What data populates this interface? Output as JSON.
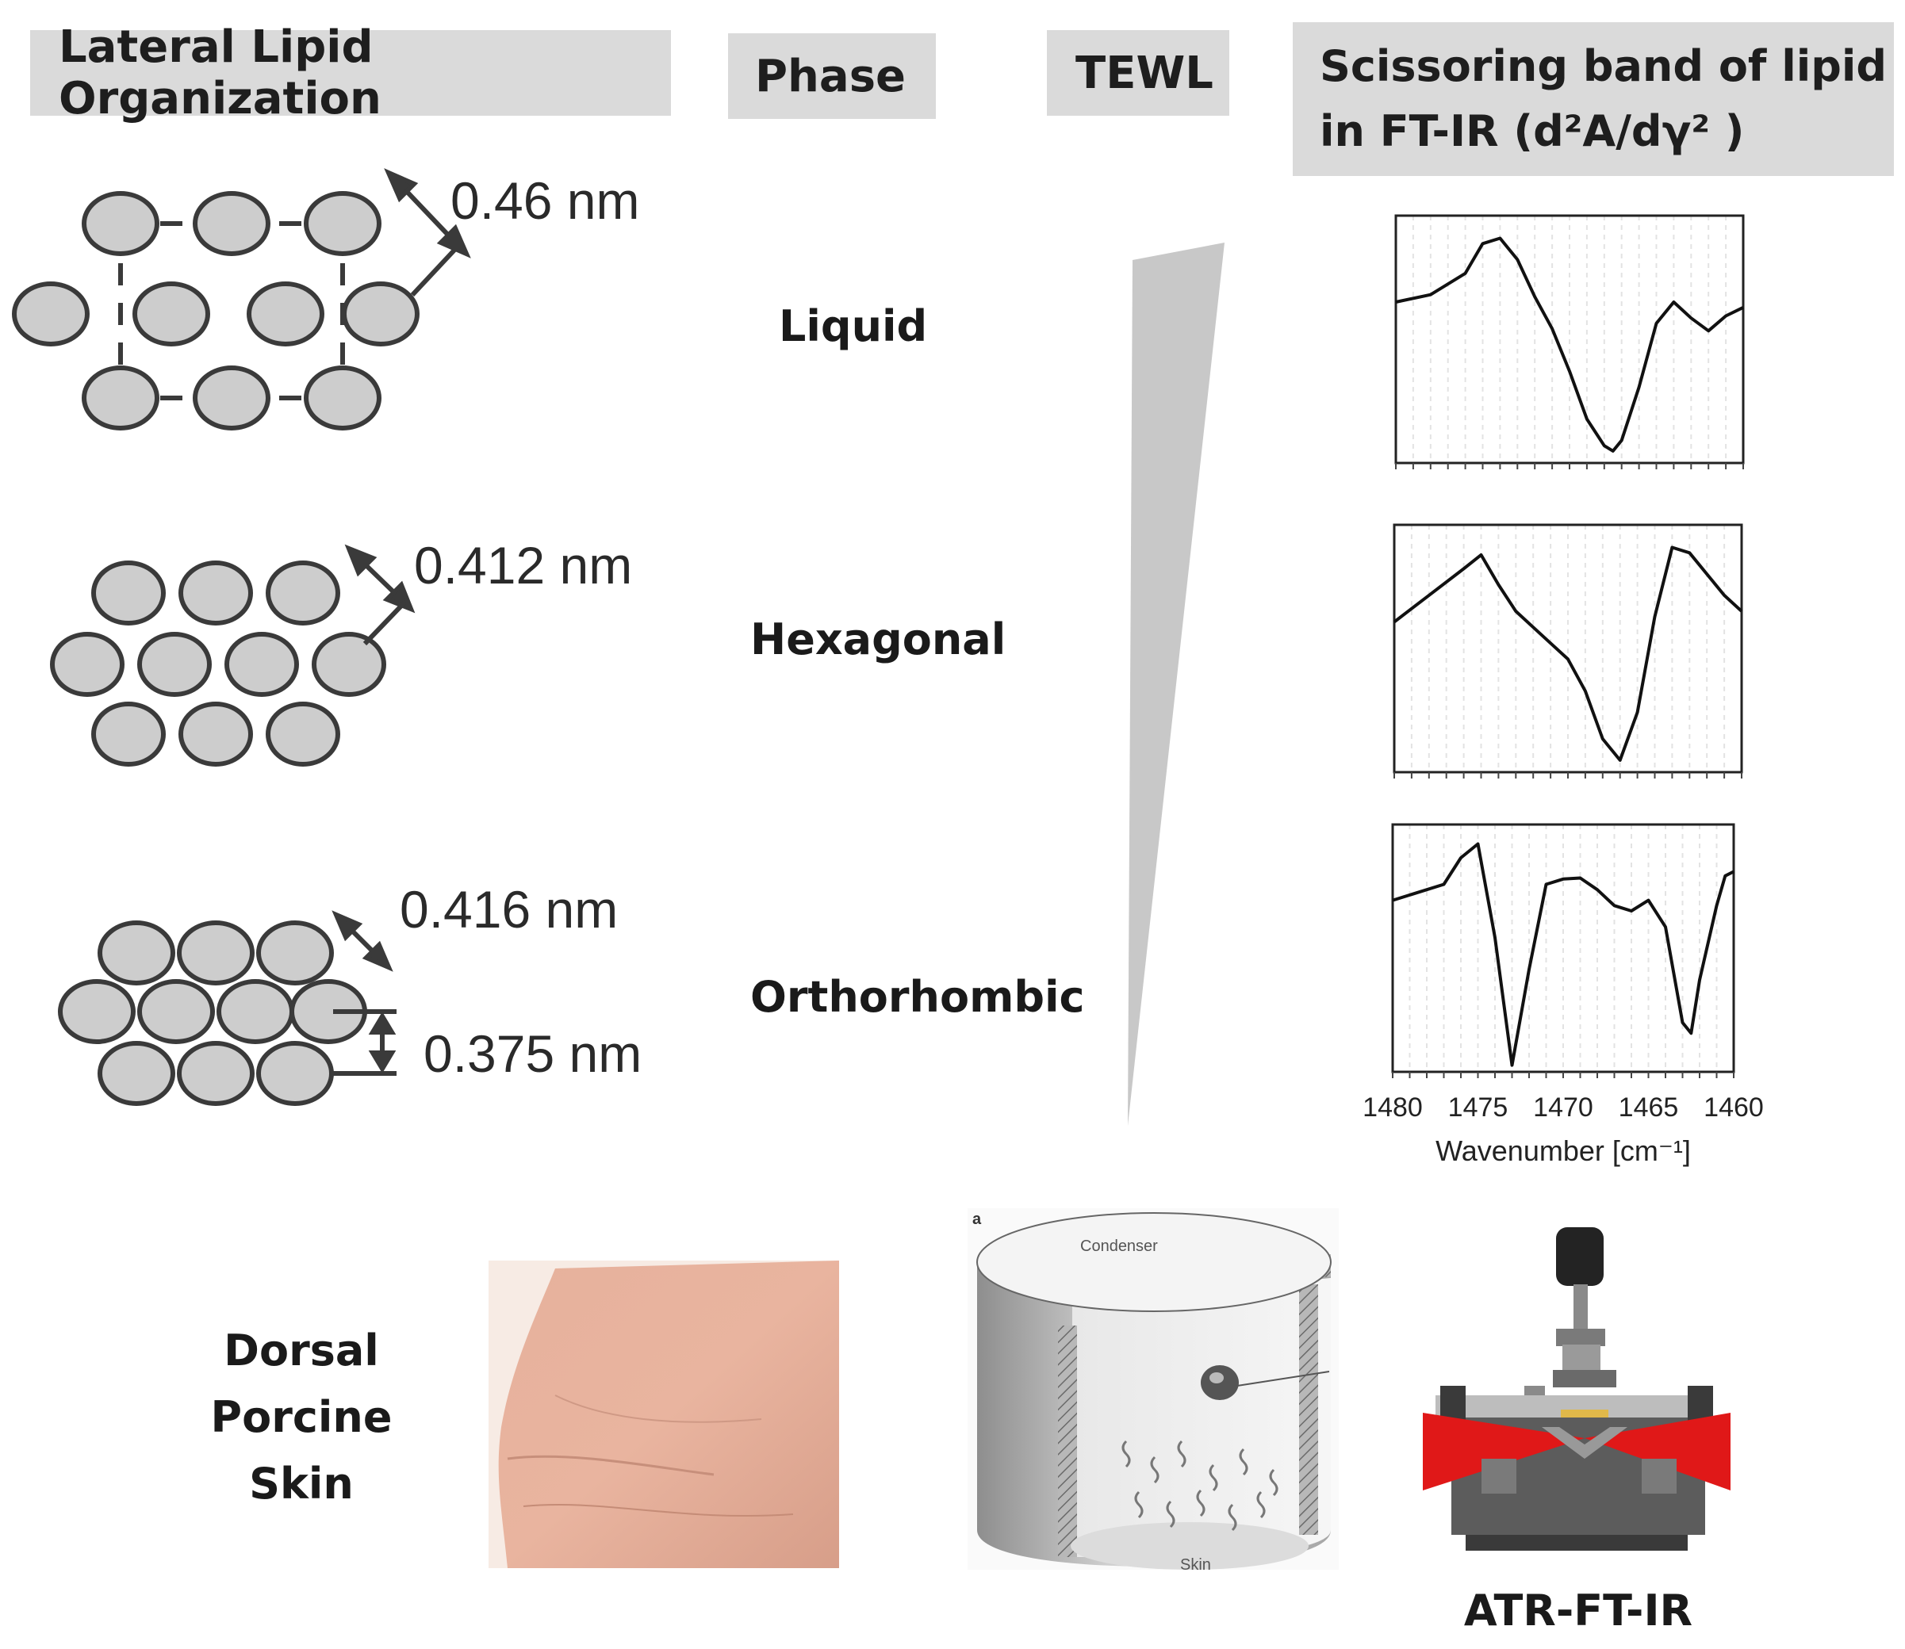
{
  "headers": {
    "organization": "Lateral Lipid Organization",
    "phase": "Phase",
    "tewl": "TEWL",
    "ir_line1": "Scissoring band of lipid",
    "ir_line2": "in FT-IR (d²A/dγ² )"
  },
  "rows": [
    {
      "phase": "Liquid",
      "spacing_1": "0.46 nm"
    },
    {
      "phase": "Hexagonal",
      "spacing_1": "0.412 nm"
    },
    {
      "phase": "Orthorhombic",
      "spacing_1": "0.416 nm",
      "spacing_2": "0.375 nm"
    }
  ],
  "chart_data": {
    "type": "line",
    "xlabel": "Wavenumber [cm⁻¹]",
    "xlim": [
      1480,
      1460
    ],
    "x_ticks": [
      "1480",
      "1475",
      "1470",
      "1465",
      "1460"
    ],
    "panels": [
      {
        "phase": "Liquid",
        "x": [
          1480,
          1478,
          1476,
          1475,
          1474,
          1473,
          1472,
          1471,
          1470,
          1469,
          1468,
          1467.5,
          1467,
          1466,
          1465,
          1464,
          1463,
          1462,
          1461,
          1460
        ],
        "y": [
          0.35,
          0.42,
          0.62,
          0.9,
          0.95,
          0.75,
          0.4,
          0.1,
          -0.3,
          -0.75,
          -1.0,
          -1.05,
          -0.95,
          -0.45,
          0.15,
          0.35,
          0.2,
          0.08,
          0.22,
          0.3
        ]
      },
      {
        "phase": "Hexagonal",
        "x": [
          1480,
          1478,
          1476,
          1475,
          1474,
          1473,
          1472,
          1471,
          1470,
          1469,
          1468,
          1467,
          1466,
          1465,
          1464,
          1463,
          1462,
          1461,
          1460
        ],
        "y": [
          0.25,
          0.5,
          0.75,
          0.88,
          0.6,
          0.35,
          0.2,
          0.05,
          -0.1,
          -0.4,
          -0.85,
          -1.05,
          -0.6,
          0.3,
          0.95,
          0.9,
          0.7,
          0.5,
          0.35
        ]
      },
      {
        "phase": "Orthorhombic",
        "x": [
          1480,
          1477,
          1476,
          1475,
          1474,
          1473,
          1472,
          1471,
          1470,
          1469,
          1468,
          1467,
          1466,
          1465,
          1464,
          1463,
          1462.5,
          1462,
          1461,
          1460.5,
          1460
        ],
        "y": [
          0.45,
          0.6,
          0.85,
          0.98,
          0.1,
          -1.1,
          -0.2,
          0.6,
          0.65,
          0.66,
          0.55,
          0.4,
          0.35,
          0.45,
          0.2,
          -0.7,
          -0.8,
          -0.3,
          0.4,
          0.68,
          0.72
        ]
      }
    ]
  },
  "bottom": {
    "skin_line1": "Dorsal",
    "skin_line2": "Porcine",
    "skin_line3": "Skin",
    "panel_letter": "a",
    "condenser": "Condenser",
    "skin_small": "Skin",
    "atr": "ATR-FT-IR"
  },
  "colors": {
    "header_bg": "#dadada",
    "molecule_fill": "#cdcdcd",
    "tewl_wedge": "#c8c8c8",
    "atr_beam": "#e01818"
  }
}
